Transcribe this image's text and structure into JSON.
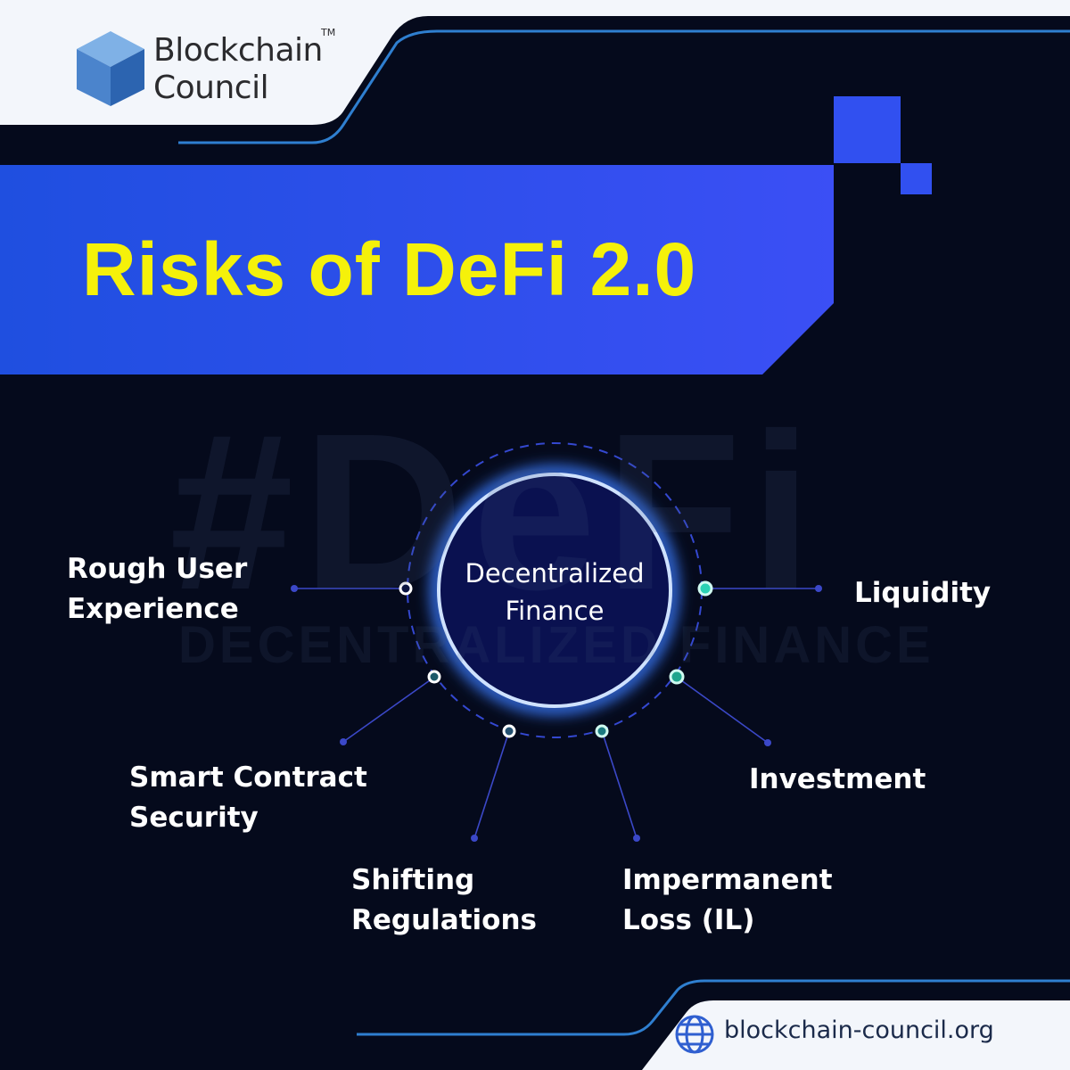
{
  "brand": {
    "name_line1": "Blockchain",
    "name_line2": "Council",
    "trademark": "TM"
  },
  "title": "Risks of DeFi 2.0",
  "watermark": {
    "hashtag": "#DeFi",
    "subtitle": "DECENTRALIZED FINANCE"
  },
  "center": {
    "line1": "Decentralized",
    "line2": "Finance"
  },
  "risks": [
    {
      "line1": "Rough User",
      "line2": "Experience"
    },
    {
      "line1": "Smart Contract",
      "line2": "Security"
    },
    {
      "line1": "Shifting",
      "line2": "Regulations"
    },
    {
      "line1": "Impermanent",
      "line2": "Loss (IL)"
    },
    {
      "line1": "Investment",
      "line2": ""
    },
    {
      "line1": "Liquidity",
      "line2": ""
    }
  ],
  "footer": {
    "url": "blockchain-council.org",
    "icon": "globe-icon"
  },
  "colors": {
    "title": "#f5f10a",
    "banner_start": "#1f4fe0",
    "banner_end": "#3b4ff5",
    "background": "#050a1c",
    "node_white": "#ffffff",
    "node_teal": "#2bd1b4",
    "ring": "#4a8dff"
  }
}
